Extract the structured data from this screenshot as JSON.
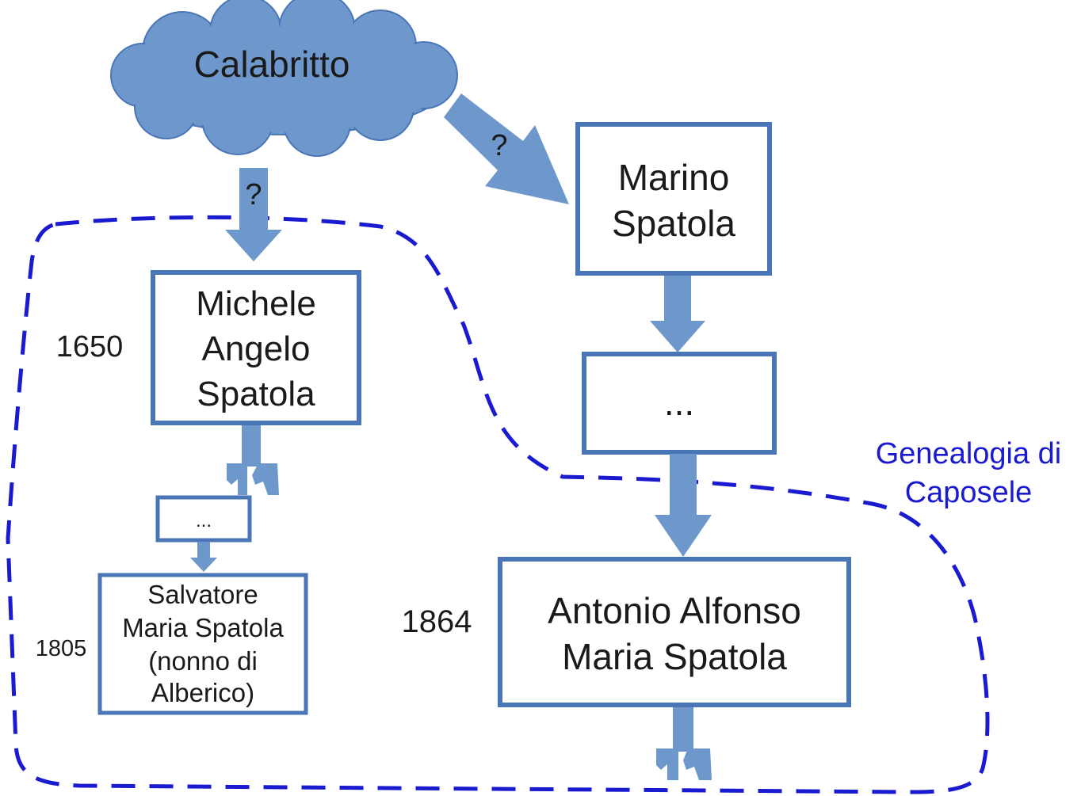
{
  "origin": {
    "label": "Calabritto"
  },
  "links": {
    "to_michele": "?",
    "to_marino": "?"
  },
  "persons": {
    "marino": {
      "line1": "Marino",
      "line2": "Spatola"
    },
    "marino_descendants": {
      "label": "..."
    },
    "michele": {
      "line1": "Michele",
      "line2": "Angelo",
      "line3": "Spatola",
      "year": "1650"
    },
    "michele_descendants": {
      "label": "..."
    },
    "salvatore": {
      "line1": "Salvatore",
      "line2": "Maria Spatola",
      "line3": "(nonno di",
      "line4": "Alberico)",
      "year": "1805"
    },
    "antonio": {
      "line1": "Antonio Alfonso",
      "line2": "Maria Spatola",
      "year": "1864"
    }
  },
  "region": {
    "line1": "Genealogia di",
    "line2": "Caposele"
  },
  "colors": {
    "arrow_fill": "#6e98cc",
    "box_border": "#4a76b8",
    "cloud_fill": "#6e98cc",
    "region_dash": "#1a1ad0",
    "region_text": "#1a1ad0"
  }
}
